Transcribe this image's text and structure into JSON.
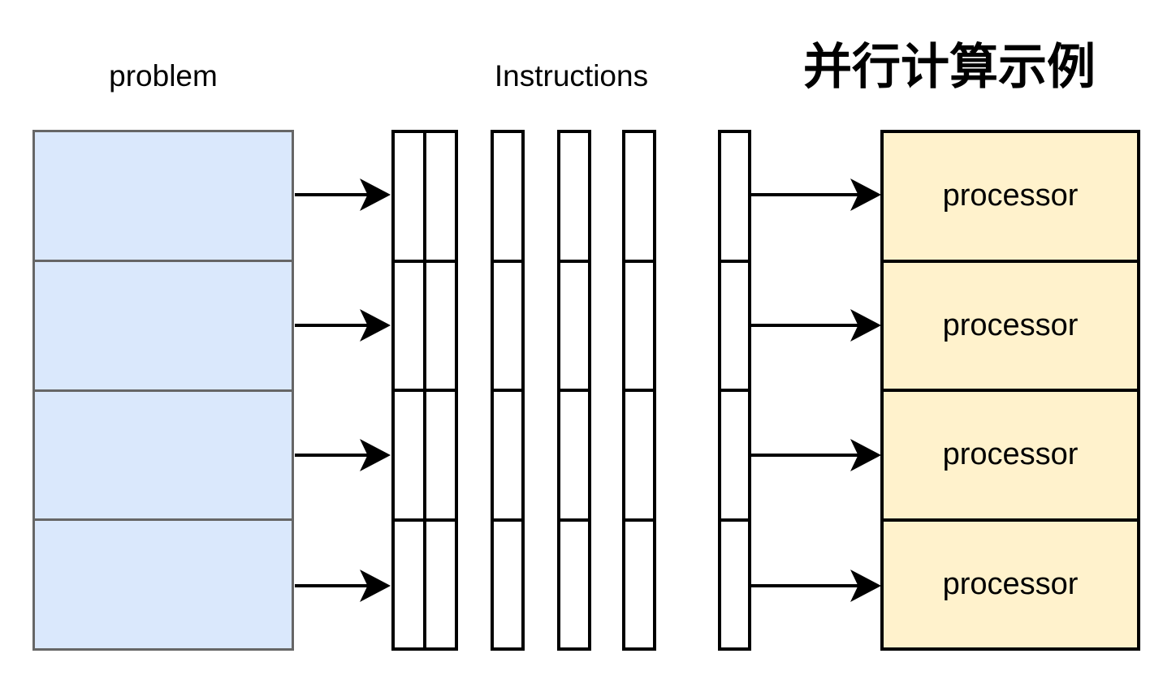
{
  "diagram": {
    "problem_label": "problem",
    "instructions_label": "Instructions",
    "title": "并行计算示例",
    "processor_labels": [
      "processor",
      "processor",
      "processor",
      "processor"
    ],
    "problem_rows": 4,
    "instruction_column_groups": 5,
    "instruction_strips": 6,
    "segments_per_column": 4,
    "arrows_problem_to_instructions": 4,
    "arrows_instructions_to_processors": 4
  },
  "colors": {
    "background": "#ffffff",
    "problem_fill": "#dae8fc",
    "problem_border": "#666666",
    "processor_fill": "#fff2cc",
    "line_color": "#000000",
    "text_color": "#000000"
  }
}
